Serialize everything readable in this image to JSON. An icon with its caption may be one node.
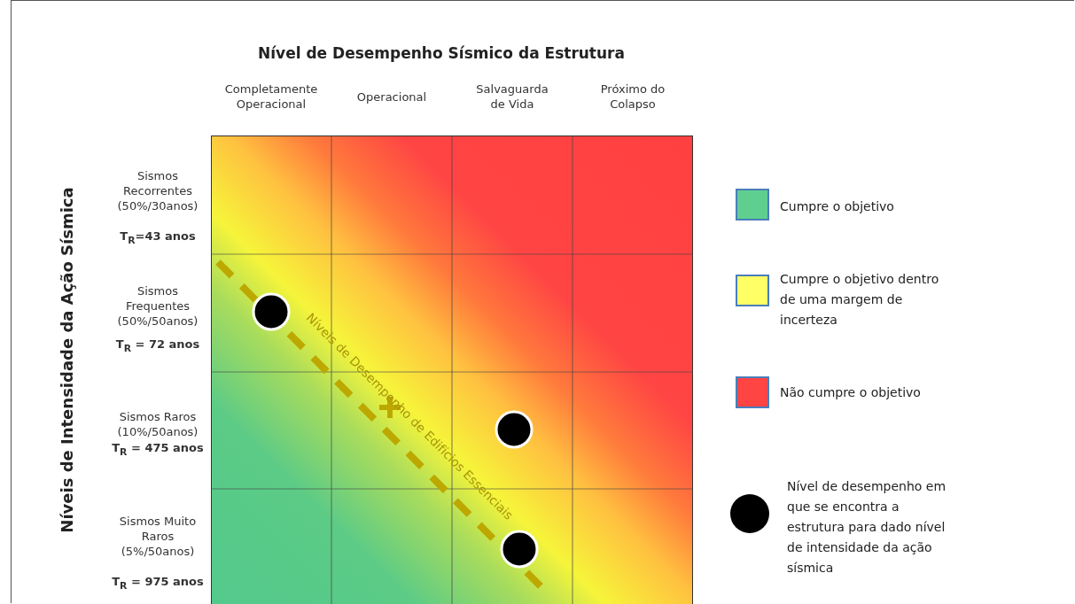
{
  "diagram": {
    "title": "Nível de Desempenho Sísmico da Estrutura",
    "nodes": [
      {
        "text": [],
        "shape": "circle"
      },
      {
        "text": [],
        "shape": "circle"
      },
      {
        "text": [],
        "shape": "circle"
      }
    ],
    "labels": [
      "Completamente Operacional",
      "Operacional",
      "Salvaguarda de Vida",
      "Próximo do Colapso",
      "Níveis de Intensidade da Ação Sísmica",
      "Sismos Recorrentes (50%/30anos)",
      "T$_{R}$=43 anos",
      "Sismos Frequentes (50%/50anos)",
      "T$_{R}$ = 72 anos",
      "Sismos Raros (10%/50anos)",
      "T$_{R}$ = 475 anos",
      "Sismos Muito Raros (5%/50anos)",
      "T$_{R}$ = 975 anos",
      "Níveis de Desempenho de Edifícios Essenciais"
    ],
    "legend": [
      {
        "text": "Cumpre o objetivo",
        "color": "#5fcf8f"
      },
      {
        "text": "Cumpre o objetivo dentro de uma margem de incerteza",
        "color": "#ffff66"
      },
      {
        "text": "Não cumpre o objetivo",
        "color": "#ff4444"
      },
      {
        "text": "Nível de desempenho em que se encontra a estrutura para dado nível de intensidade da ação sísmica"
      }
    ]
  }
}
